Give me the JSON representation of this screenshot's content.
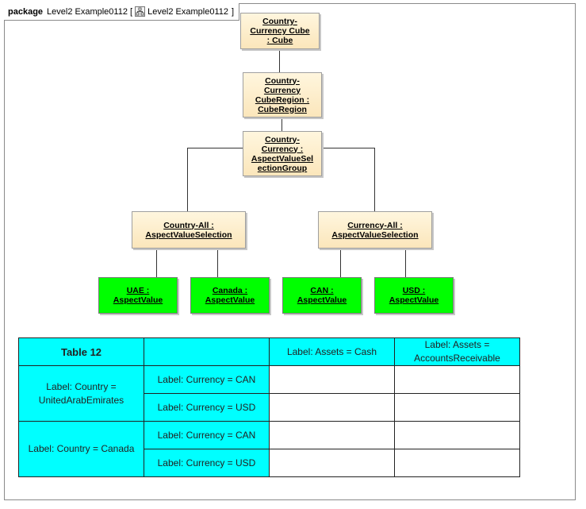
{
  "package": {
    "keyword": "package",
    "name": "Level2 Example0112 [",
    "diagram_name": "Level2 Example0112",
    "close": "]"
  },
  "nodes": {
    "cube": [
      "Country-",
      "Currency Cube",
      ": Cube"
    ],
    "cube_region": [
      "Country-",
      "Currency",
      "CubeRegion :",
      "CubeRegion"
    ],
    "selection_group": [
      "Country-",
      "Currency :",
      "AspectValueSel",
      "ectionGroup"
    ],
    "country_all": [
      "Country-All :",
      "AspectValueSelection"
    ],
    "currency_all": [
      "Currency-All :",
      "AspectValueSelection"
    ],
    "uae": [
      "UAE :",
      "AspectValue"
    ],
    "canada": [
      "Canada :",
      "AspectValue"
    ],
    "can": [
      "CAN :",
      "AspectValue"
    ],
    "usd": [
      "USD :",
      "AspectValue"
    ]
  },
  "colors": {
    "node_fill": "#fbe6bb",
    "aspect_value_fill": "#00ff00",
    "table_header_fill": "#00ffff"
  },
  "table": {
    "title": "Table 12",
    "col_headers": [
      "Label: Assets = Cash",
      "Label: Assets = AccountsReceivable"
    ],
    "rows": [
      {
        "country": "Label: Country = UnitedArabEmirates",
        "currencies": [
          "Label: Currency = CAN",
          "Label: Currency = USD"
        ]
      },
      {
        "country": "Label: Country = Canada",
        "currencies": [
          "Label: Currency = CAN",
          "Label: Currency = USD"
        ]
      }
    ]
  }
}
